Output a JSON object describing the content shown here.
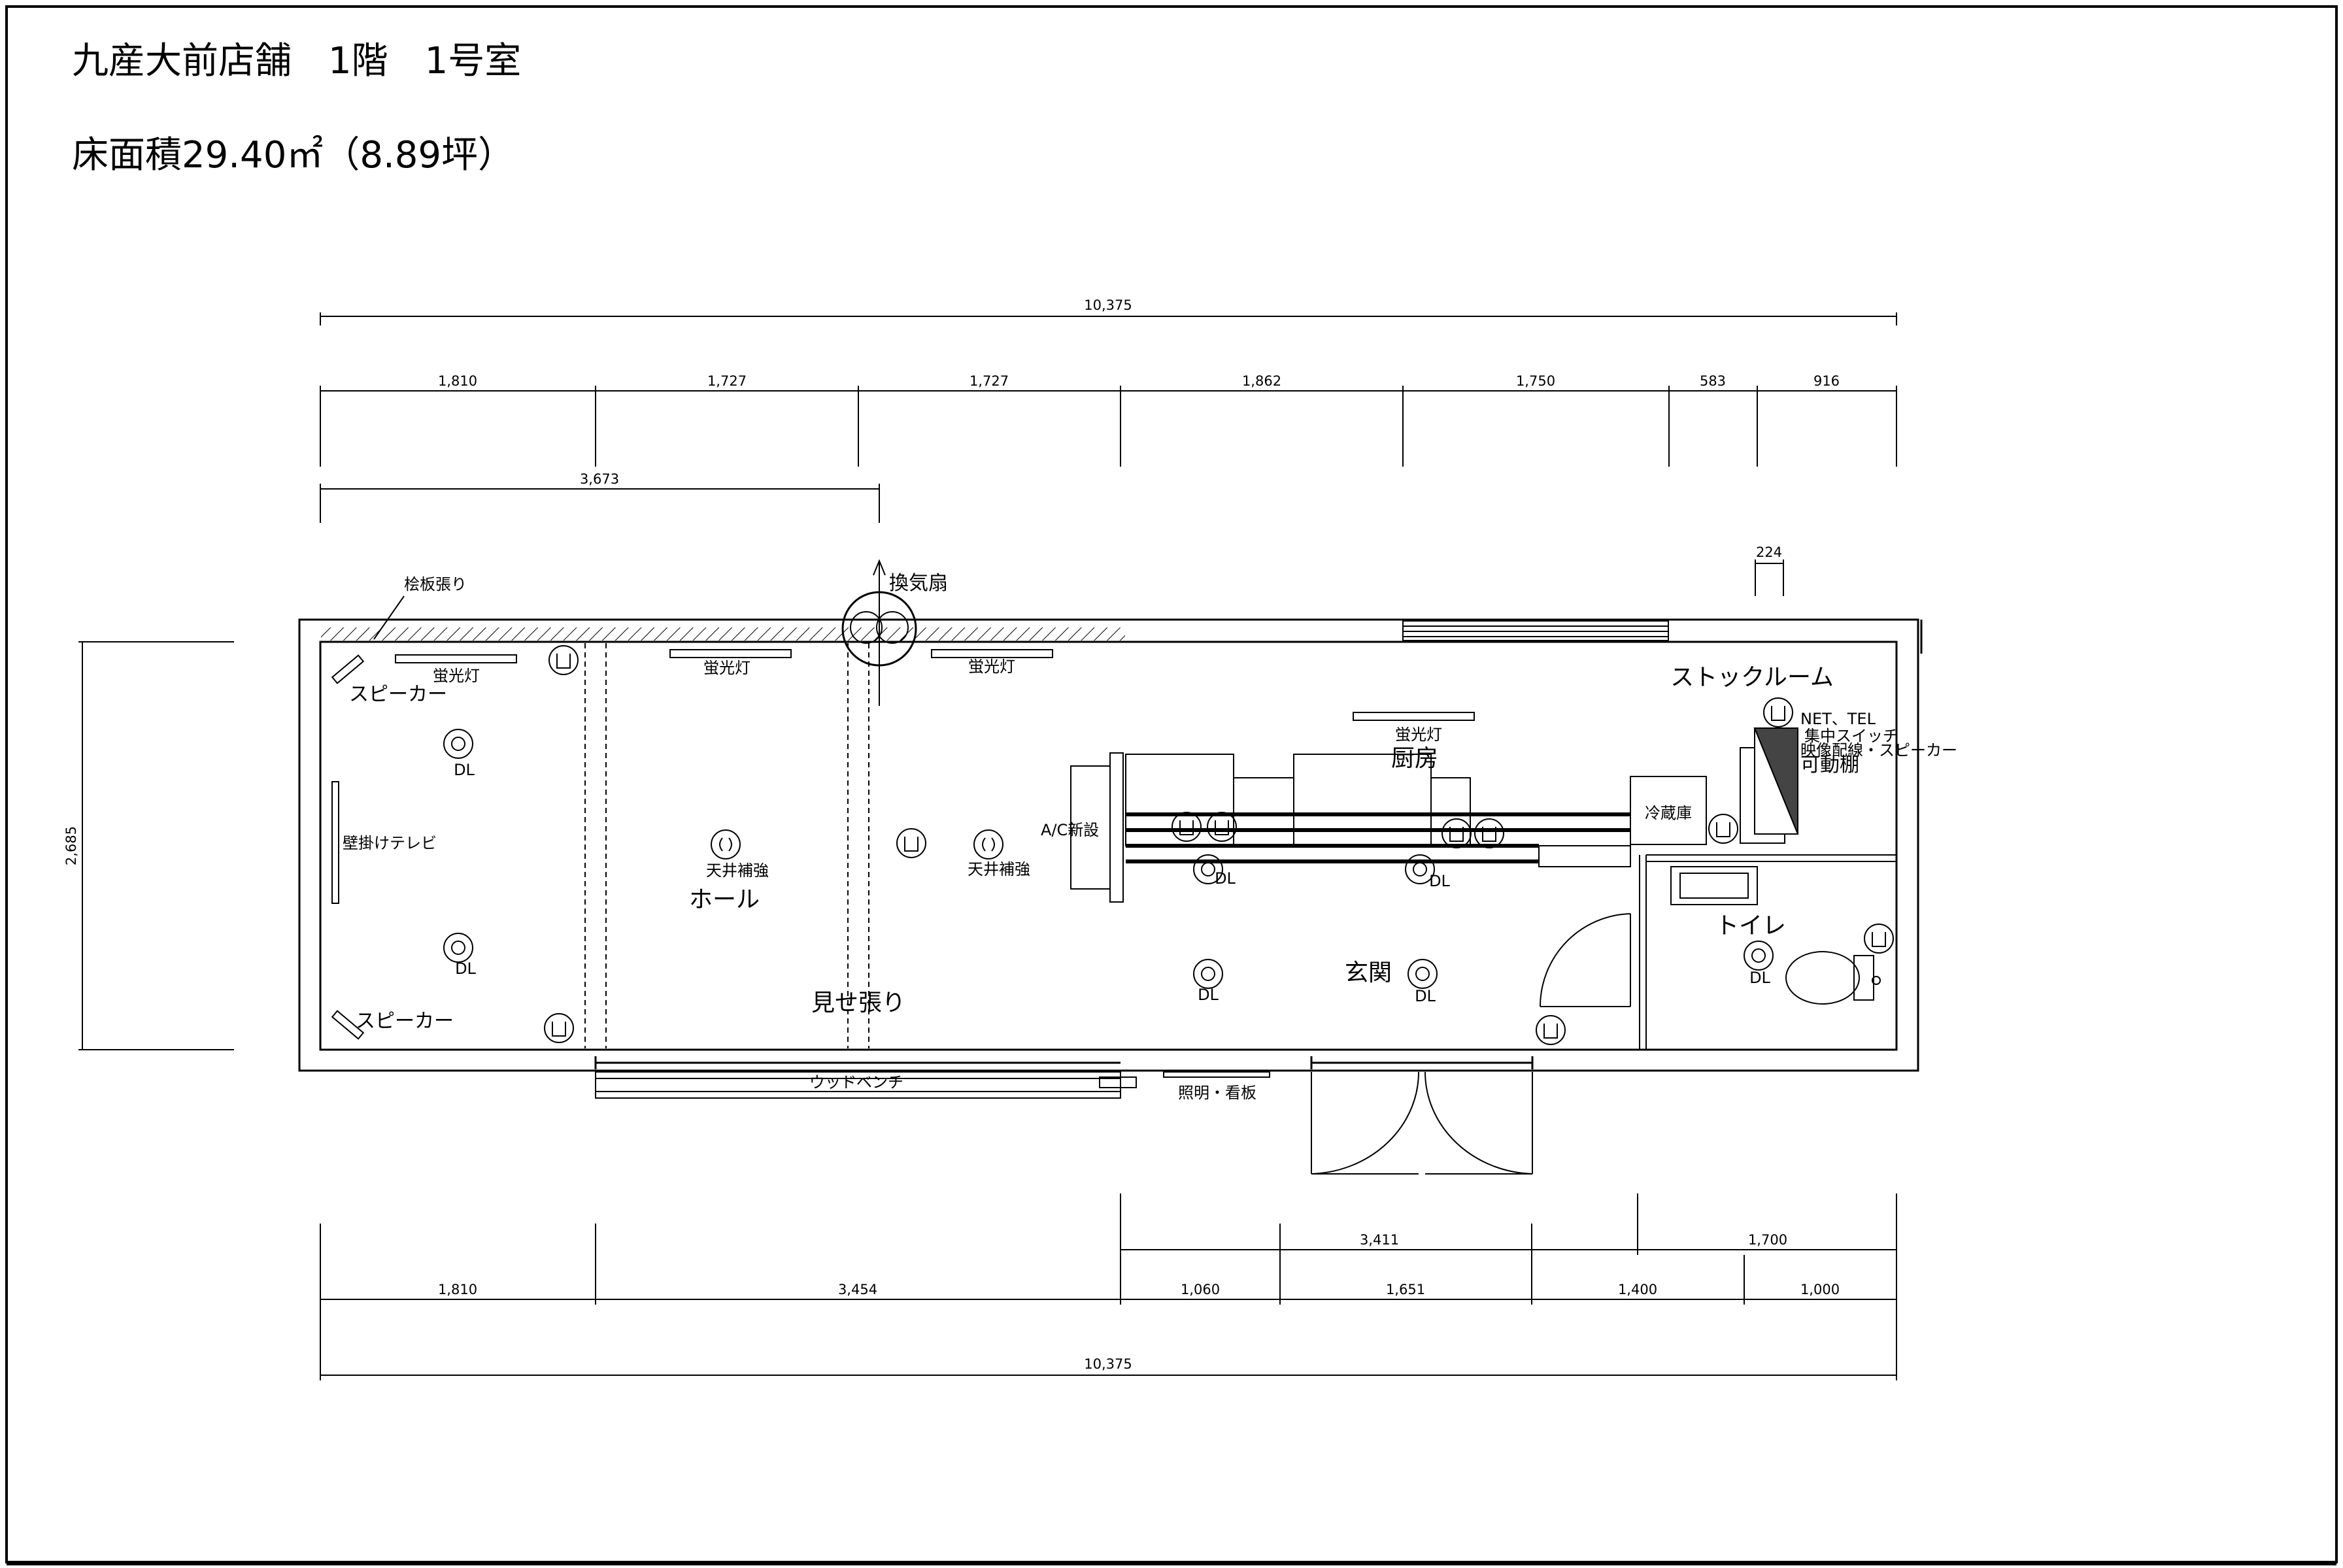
{
  "header": {
    "title": "九産大前店舗　1階　1号室",
    "area": "床面積29.40㎡（8.89坪）"
  },
  "dims": {
    "top_total": "10,375",
    "top_segments": [
      "1,810",
      "1,727",
      "1,727",
      "1,862",
      "1,750",
      "583",
      "916"
    ],
    "top_sub": "3,673",
    "small_224": "224",
    "left_height": "2,685",
    "bottom_mid": [
      "3,411",
      "1,700"
    ],
    "bottom_segments": [
      "1,810",
      "3,454",
      "1,060",
      "1,651",
      "1,400",
      "1,000"
    ],
    "bottom_total": "10,375"
  },
  "labels": {
    "wood_panel": "桧板張り",
    "vent_fan": "換気扇",
    "fluor_1": "蛍光灯",
    "fluor_2": "蛍光灯",
    "fluor_3": "蛍光灯",
    "fluor_4": "蛍光灯",
    "speaker_top": "スピーカー",
    "speaker_bottom": "スピーカー",
    "wall_tv": "壁掛けテレビ",
    "dl": "DL",
    "ceiling_1": "天井補強",
    "ceiling_2": "天井補強",
    "hall": "ホール",
    "showcase": "見せ張り",
    "ac_new": "A/C新設",
    "kitchen": "厨房",
    "fridge": "冷蔵庫",
    "stock_room": "ストックルーム",
    "net_tel": "NET、TEL",
    "switch": "集中スイッチ",
    "av_wiring": "映像配線・スピーカー",
    "shelf": "可動棚",
    "toilet": "トイレ",
    "entrance": "玄関",
    "wood_bench": "ウッドベンチ",
    "sign_light": "照明・看板"
  }
}
